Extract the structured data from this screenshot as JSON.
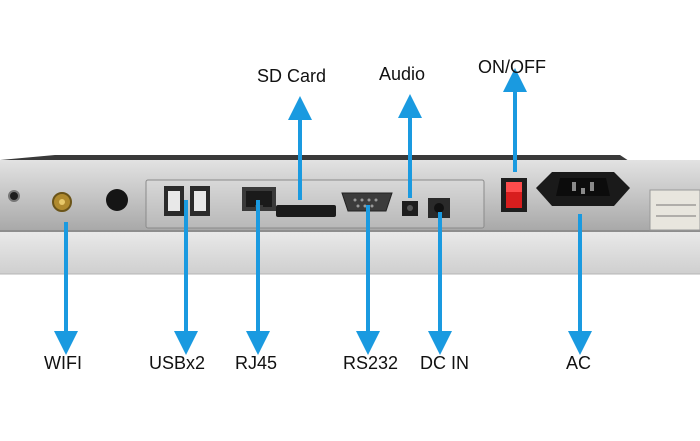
{
  "labels": {
    "sd_card": "SD Card",
    "audio": "Audio",
    "on_off": "ON/OFF",
    "wifi": "WIFI",
    "usb": "USBx2",
    "rj45": "RJ45",
    "rs232": "RS232",
    "dc_in": "DC IN",
    "ac": "AC"
  },
  "colors": {
    "arrow": "#1a9ae0",
    "panel_body": "#c9c9c9",
    "panel_dark": "#2b2b2b",
    "switch_red": "#d81e1e"
  }
}
